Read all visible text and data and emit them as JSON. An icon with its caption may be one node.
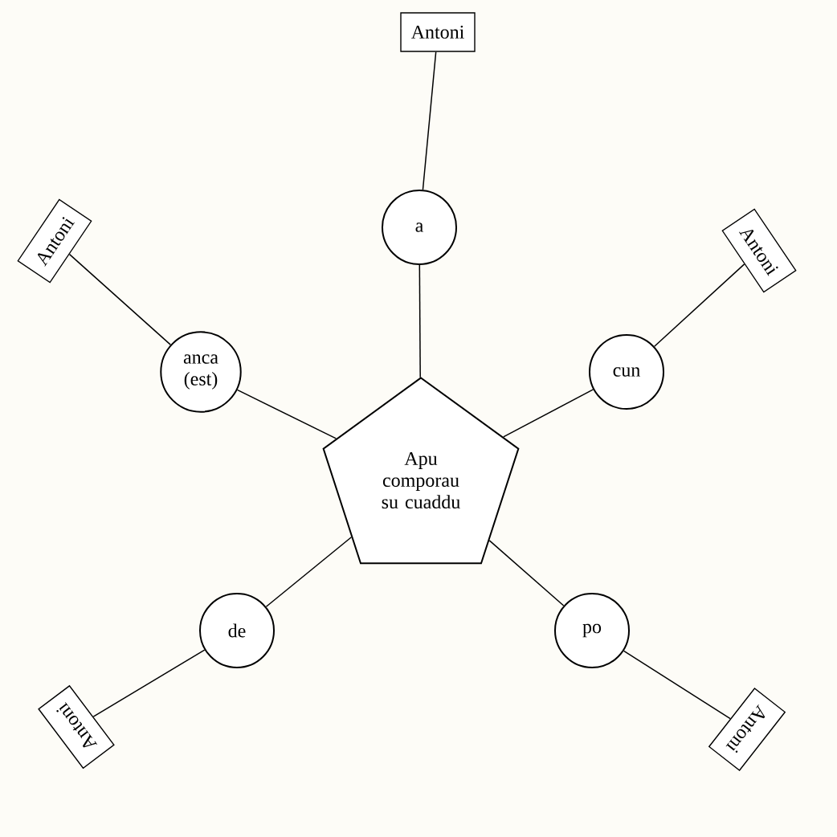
{
  "diagram": {
    "nodes": [
      {
        "text": [
          "Antoni"
        ]
      },
      {
        "text": [
          "a"
        ]
      },
      {
        "text": [
          "Antoni"
        ]
      },
      {
        "text": [
          "anca (est)"
        ]
      },
      {
        "text": [
          "Antoni"
        ]
      },
      {
        "text": [
          "cun"
        ]
      },
      {
        "text": [
          "Apu comporau su cuaddu"
        ]
      },
      {
        "text": [
          "de"
        ]
      },
      {
        "text": [
          "po"
        ]
      },
      {
        "text": [
          "Antoni"
        ]
      },
      {
        "text": [
          "Antoni"
        ]
      }
    ],
    "edges": [
      {
        "from": 6,
        "to": 1,
        "arrow": "none"
      },
      {
        "from": 1,
        "to": 0,
        "arrow": "none"
      },
      {
        "from": 6,
        "to": 3,
        "arrow": "none"
      },
      {
        "from": 3,
        "to": 2,
        "arrow": "none"
      },
      {
        "from": 6,
        "to": 5,
        "arrow": "none"
      },
      {
        "from": 5,
        "to": 4,
        "arrow": "none"
      },
      {
        "from": 6,
        "to": 7,
        "arrow": "none"
      },
      {
        "from": 7,
        "to": 9,
        "arrow": "none"
      },
      {
        "from": 6,
        "to": 8,
        "arrow": "none"
      },
      {
        "from": 8,
        "to": 10,
        "arrow": "none"
      }
    ]
  }
}
